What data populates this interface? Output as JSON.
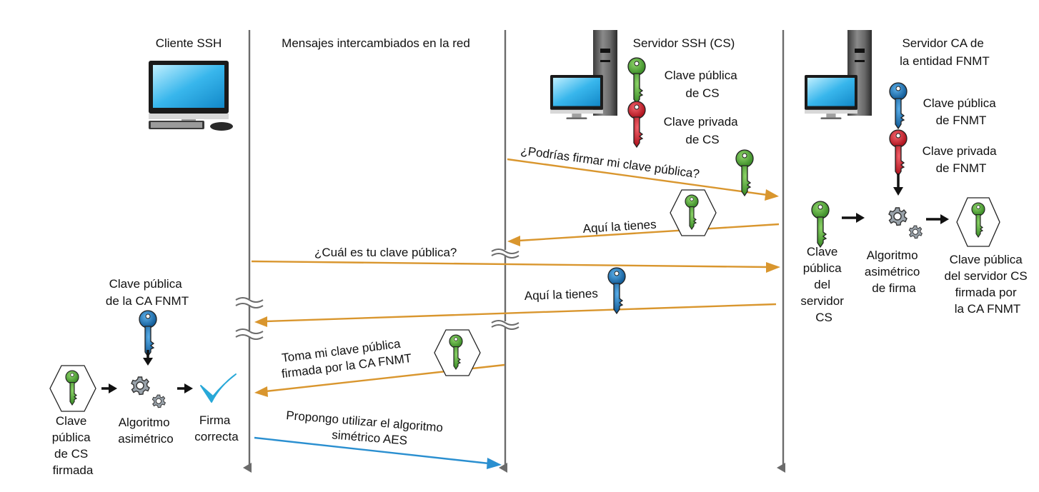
{
  "columns": {
    "client": "Cliente SSH",
    "network": "Mensajes intercambiados en la red",
    "server": "Servidor SSH (CS)",
    "ca": [
      "Servidor CA de",
      "la entidad FNMT"
    ]
  },
  "server_keys": {
    "public": [
      "Clave pública",
      "de CS"
    ],
    "private": [
      "Clave privada",
      "de CS"
    ]
  },
  "ca_keys": {
    "public": [
      "Clave pública",
      "de FNMT"
    ],
    "private": [
      "Clave privada",
      "de FNMT"
    ]
  },
  "ca_process": {
    "input": [
      "Clave",
      "pública",
      "del",
      "servidor",
      "CS"
    ],
    "algorithm": [
      "Algoritmo",
      "asimétrico",
      "de firma"
    ],
    "output": [
      "Clave pública",
      "del servidor CS",
      "firmada por",
      "la CA FNMT"
    ]
  },
  "client_ca_key": [
    "Clave pública",
    "de la CA FNMT"
  ],
  "client_process": {
    "input": [
      "Clave",
      "pública",
      "de CS",
      "firmada"
    ],
    "algorithm": [
      "Algoritmo",
      "asimétrico"
    ],
    "result": [
      "Firma",
      "correcta"
    ]
  },
  "messages": {
    "m1": "¿Podrías firmar mi clave pública?",
    "m2": "Aquí la tienes",
    "m3": "¿Cuál es tu clave pública?",
    "m4": "Aquí la tienes",
    "m5": [
      "Toma mi clave pública",
      "firmada por la CA FNMT"
    ],
    "m6": [
      "Propongo utilizar el algoritmo",
      "simétrico AES"
    ]
  },
  "colors": {
    "lifeline": "#6b6b6b",
    "orange_arrow": "#d9962e",
    "blue_arrow": "#2a8fd0",
    "green_key": "#4fa83a",
    "red_key": "#d0202e",
    "blue_key": "#1f78bf",
    "check": "#28a8d8"
  }
}
